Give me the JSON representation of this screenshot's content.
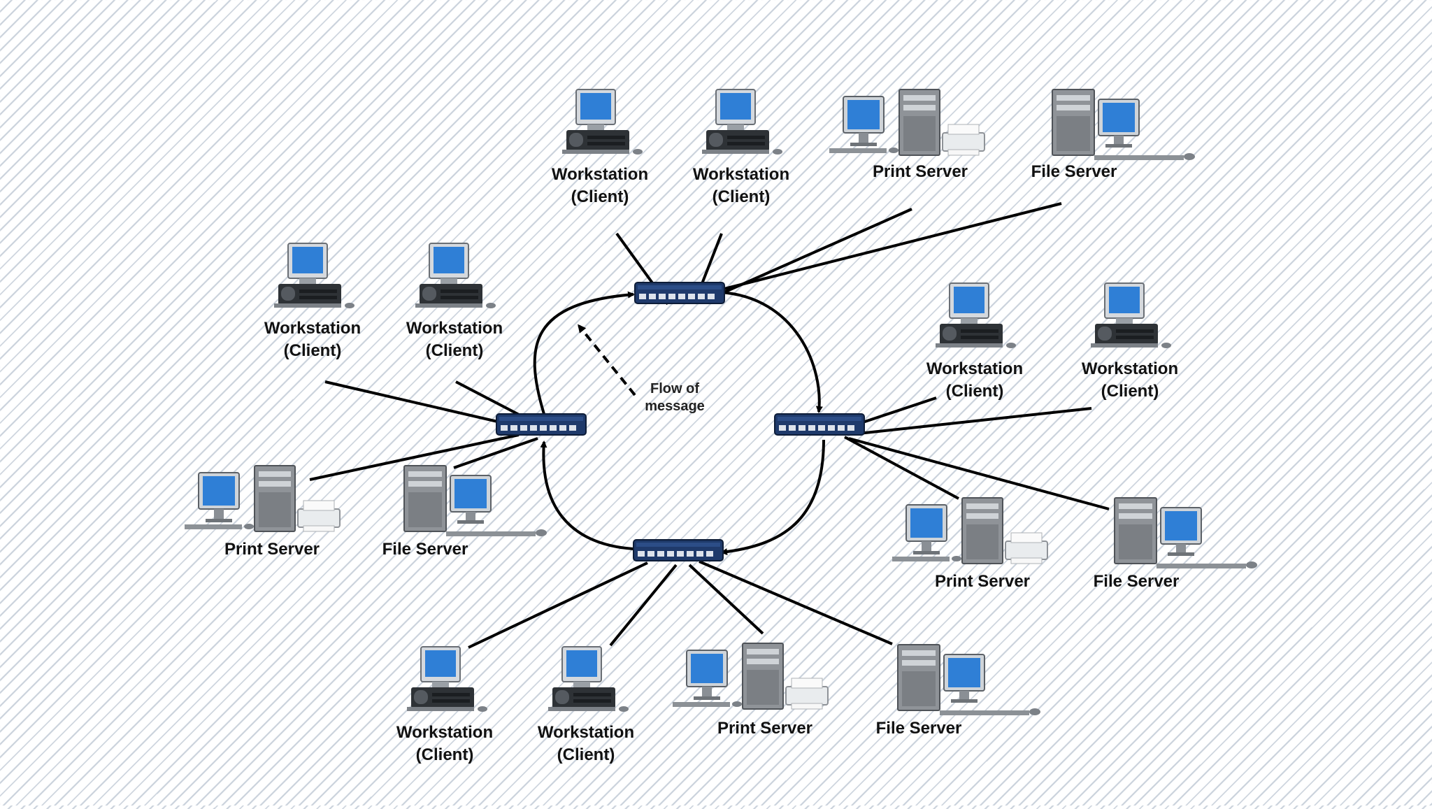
{
  "labels": {
    "workstation": [
      "Workstation",
      "(Client)"
    ],
    "print_server": "Print Server",
    "file_server": "File Server",
    "flow": [
      "Flow of",
      "message"
    ]
  },
  "groups": [
    {
      "switch": "switch-top",
      "devices": [
        "workstation",
        "workstation",
        "print_server",
        "file_server"
      ]
    },
    {
      "switch": "switch-left",
      "devices": [
        "workstation",
        "workstation",
        "print_server",
        "file_server"
      ]
    },
    {
      "switch": "switch-right",
      "devices": [
        "workstation",
        "workstation",
        "print_server",
        "file_server"
      ]
    },
    {
      "switch": "switch-bottom",
      "devices": [
        "workstation",
        "workstation",
        "print_server",
        "file_server"
      ]
    }
  ],
  "icons": [
    "monitor-icon",
    "tower-icon",
    "printer-icon",
    "keyboard-icon",
    "network-switch-icon"
  ],
  "colors": {
    "screen": "#2f7fd6",
    "switch": "#1f3a6b",
    "line": "#000000"
  }
}
